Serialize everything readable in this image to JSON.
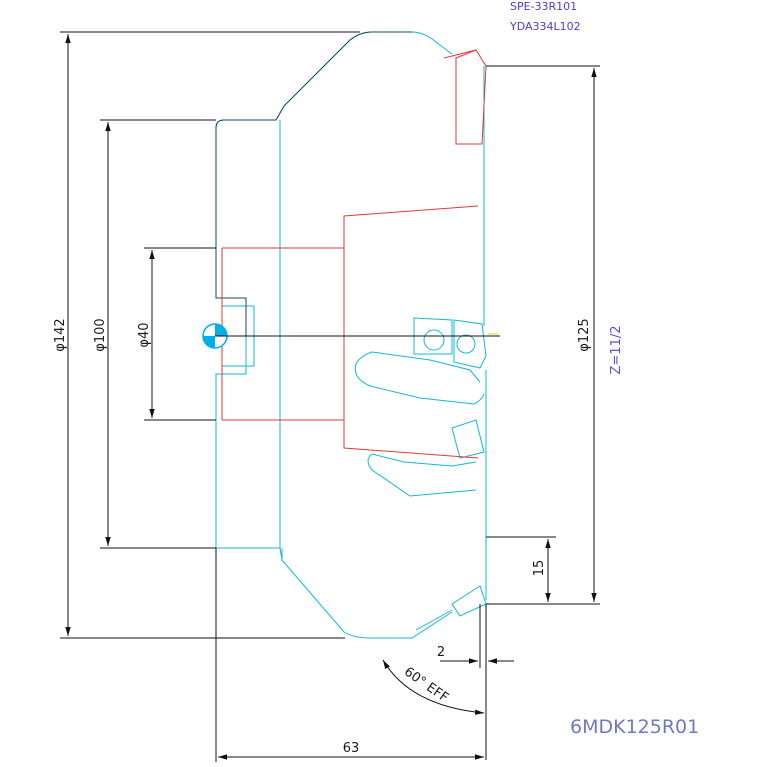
{
  "header": {
    "insert_codes": [
      "SPE-33R101",
      "YDA334L102"
    ]
  },
  "dimensions": {
    "d142": "φ142",
    "d100": "φ100",
    "d40": "φ40",
    "d125": "φ125",
    "teeth": "Z=11/2",
    "depth": "15",
    "offset": "2",
    "angle": "60° EFF",
    "length": "63"
  },
  "footer": {
    "model": "6MDK125R01"
  },
  "colors": {
    "outline": "#13b8d8",
    "dimension": "#111111",
    "hidden": "#e03a3a",
    "center_mark": "#00aee8",
    "text_blue": "#4a3fd0"
  }
}
